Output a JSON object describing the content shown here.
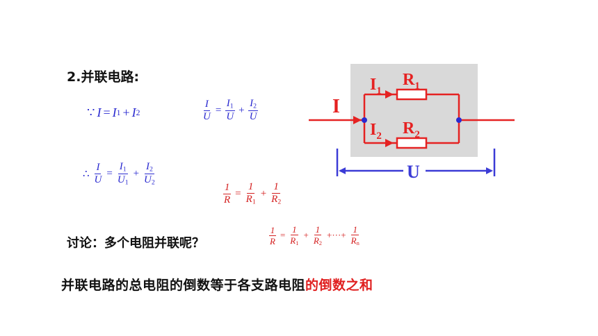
{
  "heading": "2.并联电路:",
  "discussion": "讨论：多个电阻并联呢？",
  "conclusion": {
    "black": "并联电路的总电阻的倒数等于各支路电阻",
    "red": "的倒数之和"
  },
  "eq1": {
    "because": "∵",
    "I": "I",
    "eq": "=",
    "I1": "I",
    "plus": "+",
    "I2": "I",
    "sub1": "1",
    "sub2": "2"
  },
  "eq2": {
    "I": "I",
    "U": "U",
    "eq": "=",
    "I1": "I",
    "U1": "U",
    "plus": "+",
    "I2": "I",
    "U2": "U",
    "sub1": "1",
    "sub2": "2"
  },
  "eq3": {
    "therefore": "∴",
    "I": "I",
    "U": "U",
    "eq": "=",
    "I1": "I",
    "U1": "U",
    "plus": "+",
    "I2": "I",
    "U2": "U",
    "sub1": "1",
    "sub2": "2"
  },
  "eq4": {
    "one": "1",
    "R": "R",
    "eq": "=",
    "plus": "+",
    "sub1": "1",
    "sub2": "2"
  },
  "eq5": {
    "one": "1",
    "R": "R",
    "eq": "=",
    "plus": "+",
    "dots": "+···+",
    "sub1": "1",
    "sub2": "2",
    "subn": "n"
  },
  "circuit": {
    "I": "I",
    "I1": "I",
    "I2": "I",
    "R1": "R",
    "R2": "R",
    "U": "U",
    "sub1": "1",
    "sub2": "2",
    "colors": {
      "wire": "#e52222",
      "box": "#d9d9d9",
      "measure": "#3b3bd6",
      "node": "#2a2ad0"
    }
  }
}
